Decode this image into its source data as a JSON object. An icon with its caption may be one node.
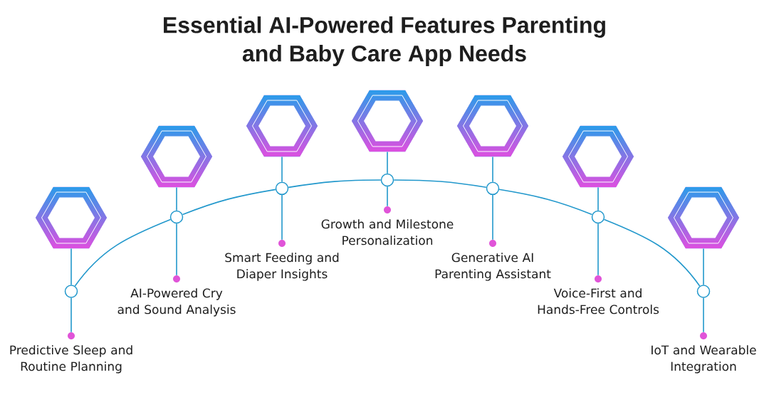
{
  "diagram": {
    "title": "Essential AI-Powered Features Parenting and Baby Care App Needs",
    "nodes": [
      {
        "text": [],
        "shape": "hexagon"
      },
      {
        "text": [],
        "shape": "hexagon"
      },
      {
        "text": [],
        "shape": "hexagon"
      },
      {
        "text": [],
        "shape": "hexagon"
      },
      {
        "text": [],
        "shape": "hexagon"
      },
      {
        "text": [],
        "shape": "hexagon"
      },
      {
        "text": [],
        "shape": "hexagon"
      },
      {
        "text": [],
        "shape": "circle"
      },
      {
        "text": [],
        "shape": "circle"
      },
      {
        "text": [],
        "shape": "circle"
      },
      {
        "text": [],
        "shape": "circle"
      },
      {
        "text": [],
        "shape": "circle"
      },
      {
        "text": [],
        "shape": "circle"
      },
      {
        "text": [],
        "shape": "circle"
      },
      {
        "text": [],
        "shape": "circle",
        "beside": [
          "Predictive Sleep and Routine Planning"
        ]
      },
      {
        "text": [],
        "shape": "circle",
        "beside": [
          "AI-Powered Cry and Sound Analysis"
        ]
      },
      {
        "text": [],
        "shape": "circle",
        "beside": [
          "Smart Feeding and Diaper Insights"
        ]
      },
      {
        "text": [],
        "shape": "circle",
        "beside": [
          "Growth and Milestone Personalization"
        ]
      },
      {
        "text": [],
        "shape": "circle",
        "beside": [
          "Generative AI Parenting Assistant"
        ]
      },
      {
        "text": [],
        "shape": "circle",
        "beside": [
          "Voice-First and Hands-Free Controls"
        ]
      },
      {
        "text": [],
        "shape": "circle",
        "beside": [
          "IoT and Wearable Integration"
        ]
      }
    ],
    "edges": [
      {
        "from": 0,
        "to": 7,
        "arrow": "none"
      },
      {
        "from": 1,
        "to": 8,
        "arrow": "none"
      },
      {
        "from": 2,
        "to": 9,
        "arrow": "none"
      },
      {
        "from": 3,
        "to": 10,
        "arrow": "none"
      },
      {
        "from": 4,
        "to": 11,
        "arrow": "none"
      },
      {
        "from": 5,
        "to": 12,
        "arrow": "none"
      },
      {
        "from": 6,
        "to": 13,
        "arrow": "none"
      },
      {
        "from": 7,
        "to": 14,
        "arrow": "none"
      },
      {
        "from": 8,
        "to": 15,
        "arrow": "none"
      },
      {
        "from": 9,
        "to": 16,
        "arrow": "none"
      },
      {
        "from": 10,
        "to": 17,
        "arrow": "none"
      },
      {
        "from": 11,
        "to": 18,
        "arrow": "none"
      },
      {
        "from": 12,
        "to": 19,
        "arrow": "none"
      },
      {
        "from": 13,
        "to": 20,
        "arrow": "none"
      },
      {
        "from": 7,
        "to": 8,
        "arrow": "none"
      },
      {
        "from": 8,
        "to": 9,
        "arrow": "none"
      },
      {
        "from": 9,
        "to": 10,
        "arrow": "none"
      },
      {
        "from": 10,
        "to": 11,
        "arrow": "none"
      },
      {
        "from": 11,
        "to": 12,
        "arrow": "none"
      },
      {
        "from": 12,
        "to": 13,
        "arrow": "none"
      }
    ]
  }
}
